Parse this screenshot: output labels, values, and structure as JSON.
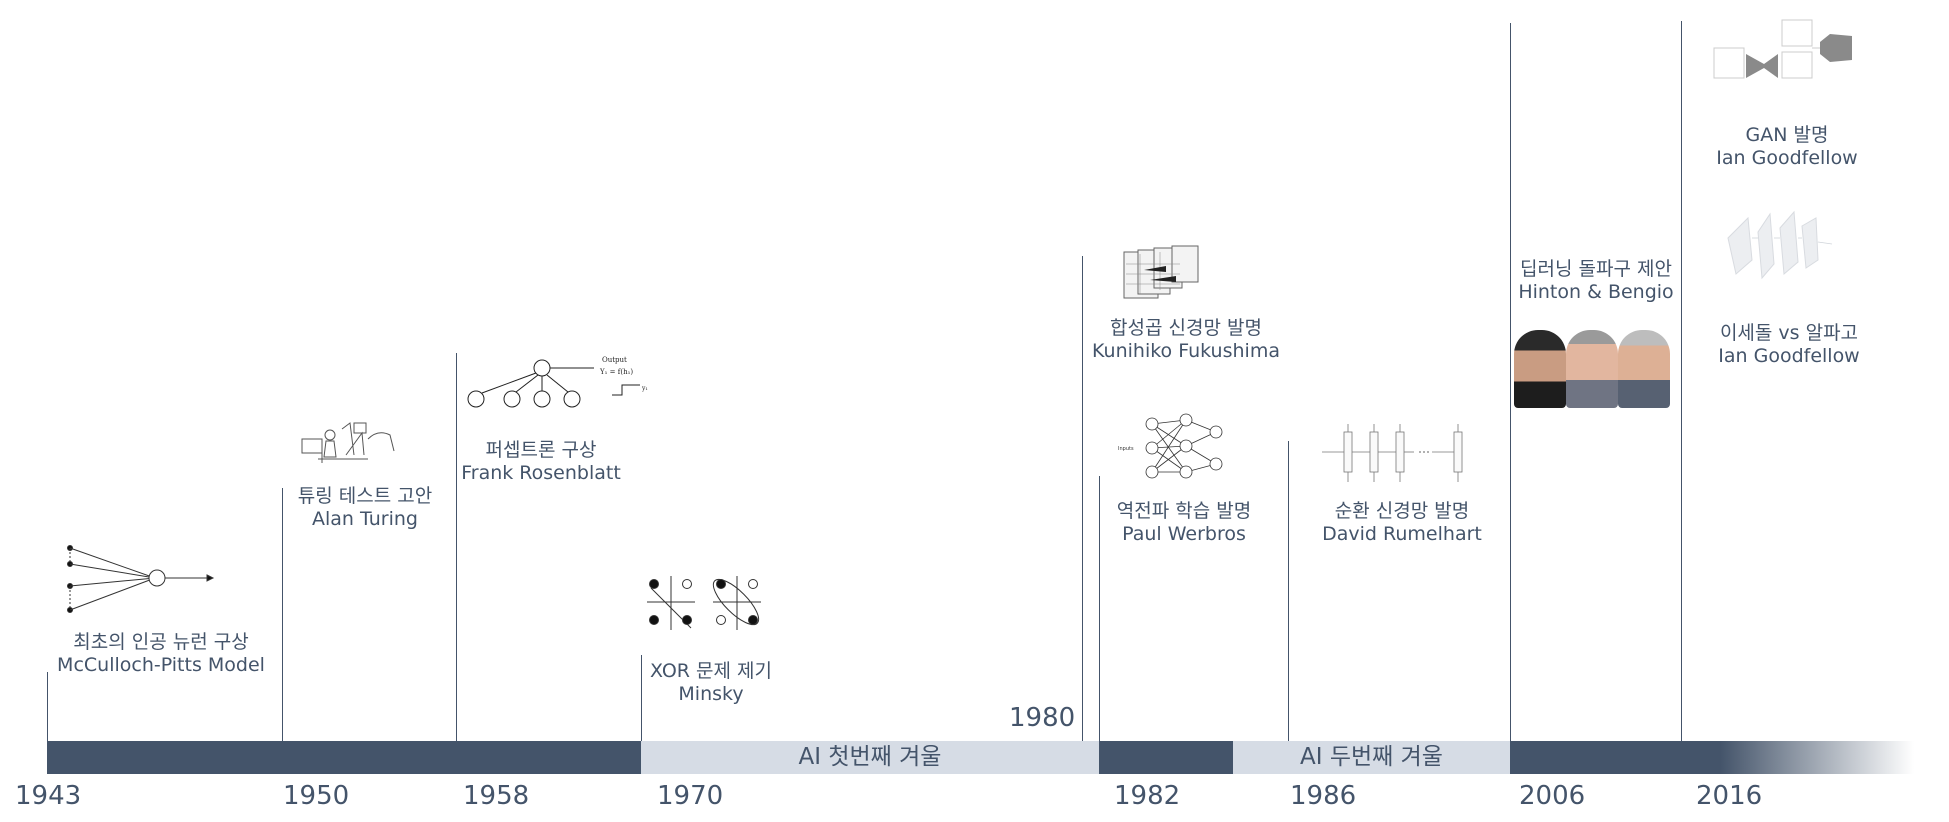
{
  "timeline": {
    "years": [
      "1943",
      "1950",
      "1958",
      "1970",
      "1980",
      "1982",
      "1986",
      "2006",
      "2016"
    ],
    "segments": [
      {
        "label": "",
        "tone": "dark"
      },
      {
        "label": "AI 첫번째 겨울",
        "tone": "light"
      },
      {
        "label": "",
        "tone": "dark"
      },
      {
        "label": "AI 두번째 겨울",
        "tone": "light"
      },
      {
        "label": "",
        "tone": "dark"
      }
    ]
  },
  "events": [
    {
      "title": "최초의 인공 뉴런 구상",
      "person": "McCulloch-Pitts Model",
      "figure": "neuron-model-diagram"
    },
    {
      "title": "튜링 테스트 고안",
      "person": "Alan Turing",
      "figure": "turing-test-sketch"
    },
    {
      "title": "퍼셉트론 구상",
      "person": "Frank Rosenblatt",
      "figure": "perceptron-diagram",
      "figure_text": {
        "output": "Output",
        "formula": "Y₁ = f(h₁)",
        "y": "y₁"
      }
    },
    {
      "title": "XOR 문제 제기",
      "person": "Minsky",
      "figure": "xor-problem-diagram"
    },
    {
      "title": "합성곱 신경망 발명",
      "person": "Kunihiko Fukushima",
      "figure": "convolution-layers-diagram"
    },
    {
      "title": "역전파 학습 발명",
      "person": "Paul Werbros",
      "figure": "backprop-network-diagram",
      "figure_text": {
        "inputs": "Inputs"
      }
    },
    {
      "title": "순환 신경망 발명",
      "person": "David Rumelhart",
      "figure": "rnn-unrolled-diagram"
    },
    {
      "title": "딥러닝 돌파구 제안",
      "person": "Hinton & Bengio",
      "figure": "researchers-photo"
    },
    {
      "title": "GAN 발명",
      "person": "Ian Goodfellow",
      "figure": "gan-architecture-diagram"
    },
    {
      "title": "이세돌 vs 알파고",
      "person": "Ian Goodfellow",
      "figure": "alphago-network-diagram"
    }
  ],
  "colors": {
    "primary": "#44546a",
    "winter": "#d6dce5",
    "background": "#ffffff"
  }
}
